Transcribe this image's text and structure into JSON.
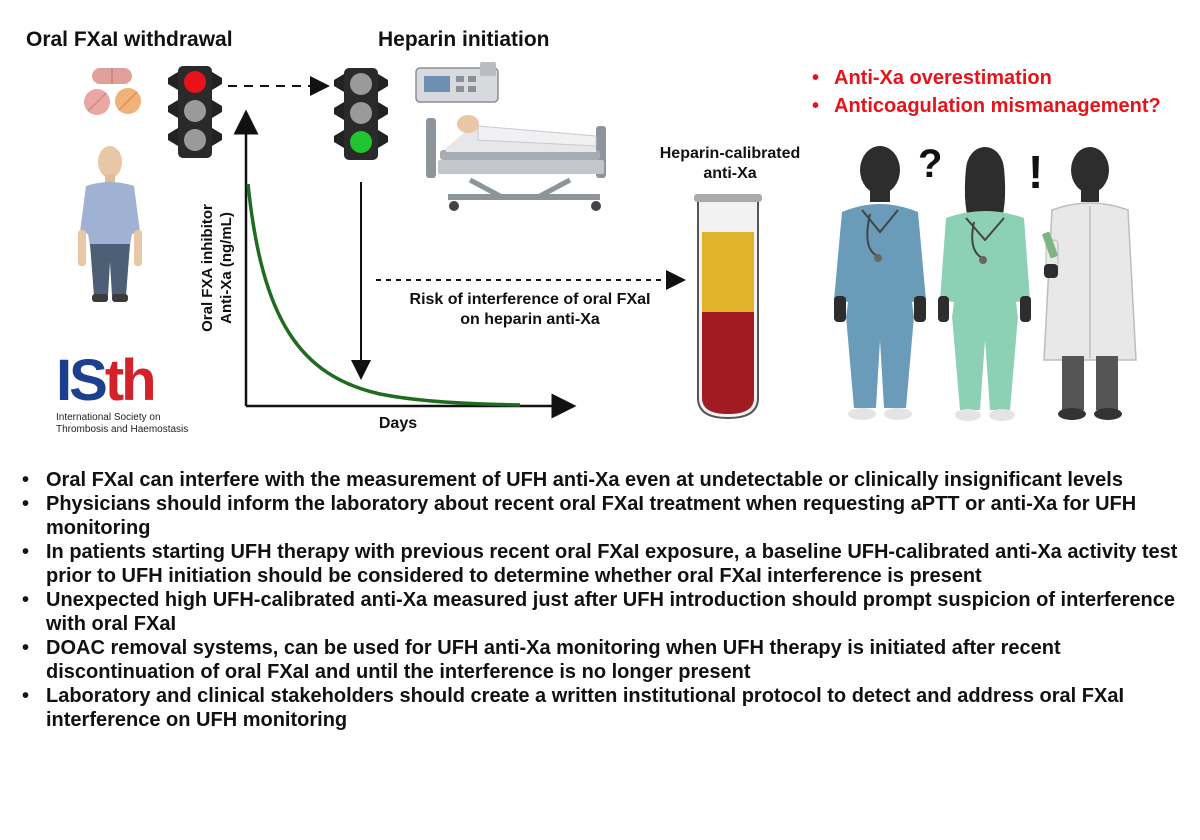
{
  "headers": {
    "withdrawal": "Oral FXaI withdrawal",
    "initiation": "Heparin initiation"
  },
  "red_points": [
    "Anti-Xa overestimation",
    "Anticoagulation mismanagement?"
  ],
  "chart": {
    "ylabel_line1": "Oral FXA inhibitor",
    "ylabel_line2": "Anti-Xa (ng/mL)",
    "xlabel": "Days"
  },
  "interference_label_1": "Risk of interference of oral FXaI",
  "interference_label_2": "on heparin anti-Xa",
  "tube_label_1": "Heparin-calibrated",
  "tube_label_2": "anti-Xa",
  "doctors_marks": {
    "question": "?",
    "exclaim": "!"
  },
  "logo": {
    "word_is": "IS",
    "word_th": "th",
    "line1": "International Society on",
    "line2": "Thrombosis and Haemostasis"
  },
  "bullets": [
    "Oral FXaI can interfere with the measurement of UFH anti-Xa even at undetectable or clinically insignificant levels",
    "Physicians should inform the laboratory about recent oral FXaI treatment when requesting aPTT or anti-Xa for UFH monitoring",
    "In patients starting UFH therapy with previous recent oral FXaI exposure, a baseline UFH-calibrated anti-Xa activity test prior to UFH initiation should be considered to determine whether oral FXaI interference is present",
    "Unexpected high UFH-calibrated anti-Xa measured just after UFH introduction should prompt suspicion of interference with oral FXaI",
    "DOAC removal systems, can be used for UFH anti-Xa monitoring when UFH therapy is initiated after recent discontinuation of oral FXaI and until the interference is no longer present",
    "Laboratory and clinical stakeholders should create a written institutional protocol to detect and address oral FXaI interference on UFH monitoring"
  ],
  "colors": {
    "red_text": "#e8131a",
    "curve": "#1f6b1f",
    "light_red": "#e8131a",
    "light_green": "#21c531",
    "logo_blue": "#1d3f8f",
    "logo_red": "#d3222a",
    "tube_yellow": "#e0b32b",
    "tube_red": "#a11c22"
  }
}
